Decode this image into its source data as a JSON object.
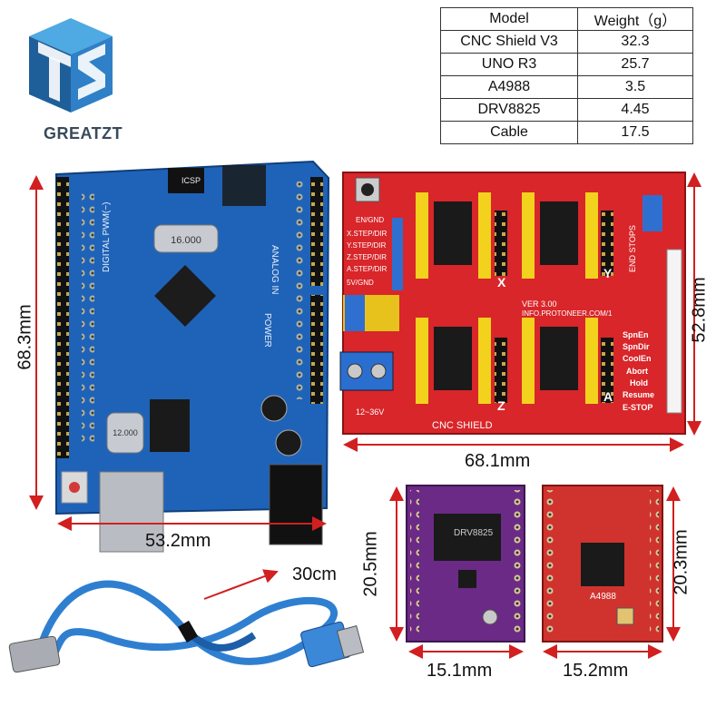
{
  "brand": {
    "name": "GREATZT",
    "colors": {
      "logo_dark": "#1f5f99",
      "logo_light": "#4fa9e3"
    }
  },
  "weight_table": {
    "headers": [
      "Model",
      "Weight（g）"
    ],
    "rows": [
      [
        "CNC Shield V3",
        "32.3"
      ],
      [
        "UNO R3",
        "25.7"
      ],
      [
        "A4988",
        "3.5"
      ],
      [
        "DRV8825",
        "4.45"
      ],
      [
        "Cable",
        "17.5"
      ]
    ]
  },
  "dimensions": {
    "uno_height": "68.3mm",
    "uno_width": "53.2mm",
    "shield_height": "52.8mm",
    "shield_width": "68.1mm",
    "drv_height": "20.5mm",
    "drv_width": "15.1mm",
    "a4988_height": "20.3mm",
    "a4988_width": "15.2mm",
    "cable_length": "30cm"
  },
  "uno_board": {
    "color": "#1f63b8",
    "labels": {
      "analog": "ANALOG IN",
      "digital": "DIGITAL PWM(~)",
      "power": "POWER",
      "icsp": "ICSP",
      "crystal": "16.000",
      "crystal2": "12.000"
    }
  },
  "cnc_shield": {
    "color": "#d8262a",
    "labels": {
      "title": "CNC SHIELD",
      "version": "VER 3.00",
      "url": "INFO.PROTONEER.COM/1",
      "left_pins": [
        "EN/GND",
        "X.STEP/DIR",
        "Y.STEP/DIR",
        "Z.STEP/DIR",
        "A.STEP/DIR",
        "5V/GND"
      ],
      "right_pins": [
        "SpnEn",
        "SpnDir",
        "CoolEn",
        "Abort",
        "Hold",
        "Resume",
        "E-STOP"
      ],
      "axes": [
        "X",
        "Y",
        "Z",
        "A"
      ],
      "power": "12~36V",
      "end_stops": "END STOPS"
    }
  },
  "drv8825": {
    "color": "#6b2a86",
    "label": "DRV8825"
  },
  "a4988": {
    "color": "#d0332e",
    "label": "A4988"
  },
  "cable": {
    "color": "#2f7fd1"
  }
}
